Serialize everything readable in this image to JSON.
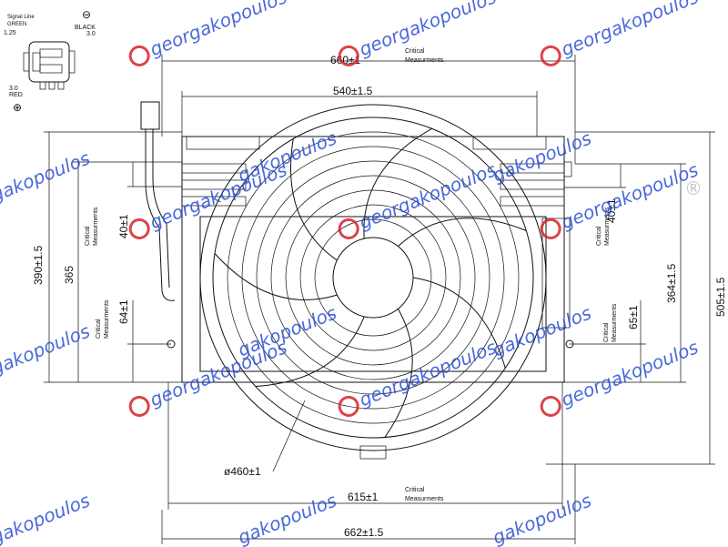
{
  "connector": {
    "signal_label": "Signal Line",
    "signal_color": "GREEN",
    "signal_size": "1.25",
    "black_label": "BLACK",
    "black_size": "3.0",
    "red_size": "3.0",
    "red_label": "RED",
    "minus_symbol": "⊖",
    "plus_symbol": "⊕"
  },
  "critical_label_line1": "Critical",
  "critical_label_line2": "Measurments",
  "dimensions": {
    "top_width": "660±1",
    "inner_width": "540±1.5",
    "left_height": "390±1.5",
    "left_inner_height": "365",
    "left_upper": "40±1",
    "left_lower": "64±1",
    "right_upper": "40±1",
    "right_lower": "65±1",
    "right_inner_height": "364±1.5",
    "right_height": "505±1.5",
    "fan_diameter": "ø460±1",
    "bottom_inner": "615±1",
    "bottom_width": "662±1.5"
  },
  "watermark": {
    "brand_top": "georgakopoulos",
    "brand_side": "gakopoulos",
    "registered": "®",
    "color": "#2a4fd6"
  }
}
